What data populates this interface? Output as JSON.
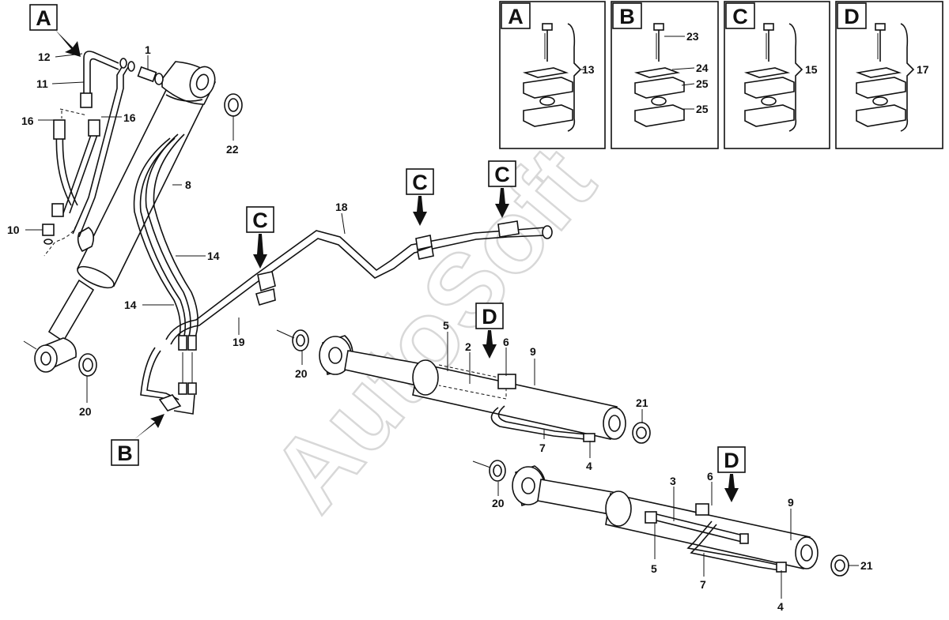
{
  "watermark": "AutoSoft",
  "inset_panels": [
    {
      "letter": "A",
      "callouts": [
        "13"
      ]
    },
    {
      "letter": "B",
      "callouts": [
        "23",
        "24",
        "25",
        "25"
      ]
    },
    {
      "letter": "C",
      "callouts": [
        "15"
      ]
    },
    {
      "letter": "D",
      "callouts": [
        "17"
      ]
    }
  ],
  "view_markers": [
    "A",
    "B",
    "C",
    "C",
    "C",
    "D",
    "D"
  ],
  "part_numbers": {
    "p1": "1",
    "p2": "2",
    "p3": "3",
    "p4a": "4",
    "p4b": "4",
    "p5a": "5",
    "p5b": "5",
    "p6a": "6",
    "p6b": "6",
    "p7a": "7",
    "p7b": "7",
    "p8": "8",
    "p9a": "9",
    "p9b": "9",
    "p10": "10",
    "p11": "11",
    "p12": "12",
    "p14a": "14",
    "p14b": "14",
    "p16a": "16",
    "p16b": "16",
    "p18": "18",
    "p19": "19",
    "p20a": "20",
    "p20b": "20",
    "p20c": "20",
    "p21a": "21",
    "p21b": "21",
    "p22": "22"
  }
}
